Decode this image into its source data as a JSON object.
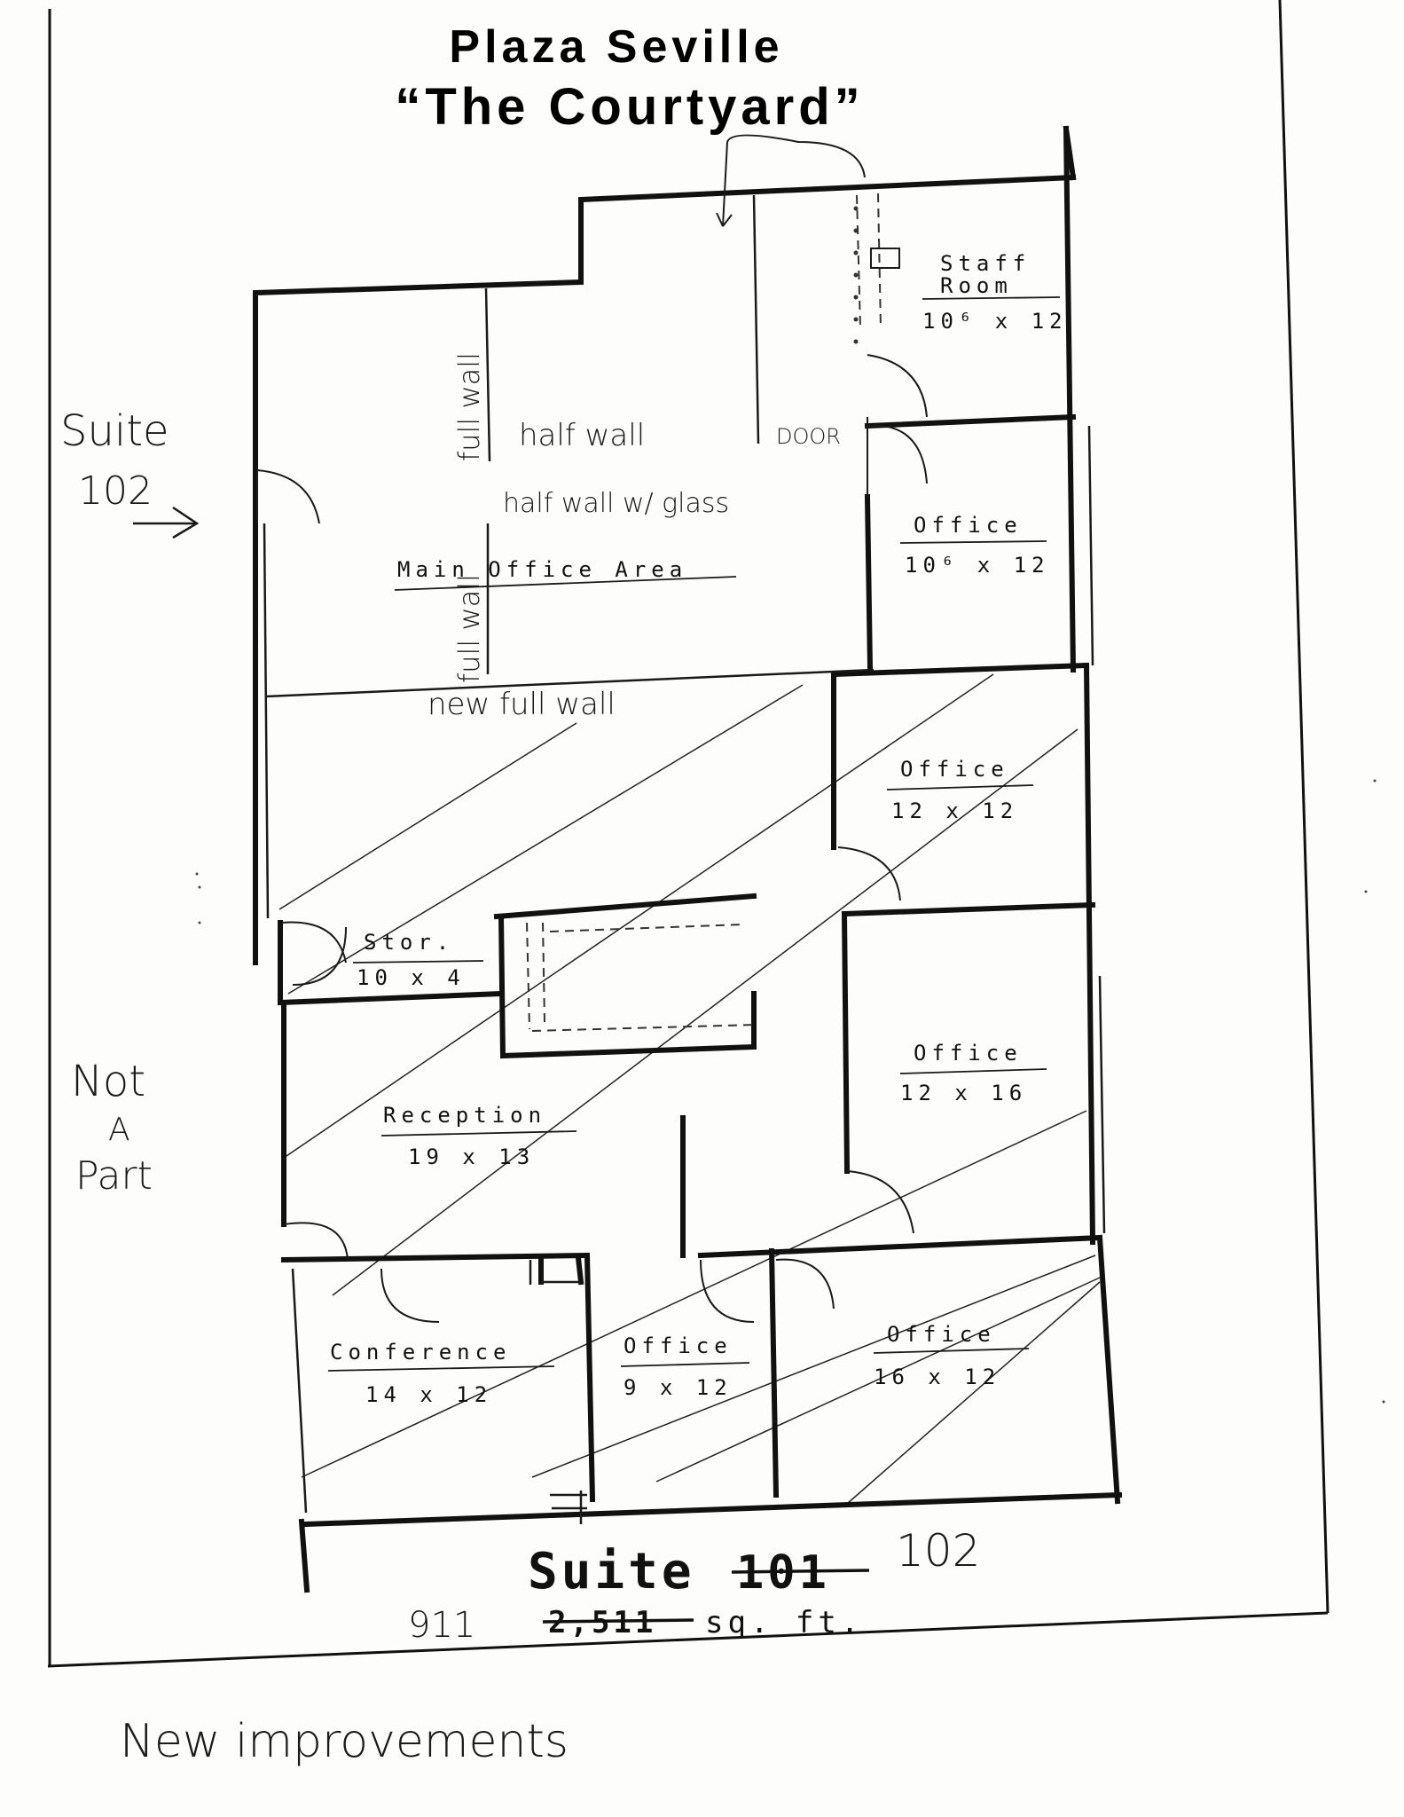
{
  "title": {
    "line1": "Plaza Seville",
    "line2": "“The Courtyard”"
  },
  "rooms": {
    "staff_room": {
      "name_1": "Staff",
      "name_2": "Room",
      "size": "10⁶ x 12"
    },
    "office_top": {
      "name": "Office",
      "size": "10⁶ x 12"
    },
    "main_office": {
      "name": "Main Office Area"
    },
    "office_12x12": {
      "name": "Office",
      "size": "12 x 12"
    },
    "storage": {
      "name": "Stor.",
      "size": "10 x 4"
    },
    "office_12x16": {
      "name": "Office",
      "size": "12 x 16"
    },
    "reception": {
      "name": "Reception",
      "size": "19 x 13"
    },
    "conference": {
      "name": "Conference",
      "size": "14 x 12"
    },
    "office_9x12": {
      "name": "Office",
      "size": "9 x 12"
    },
    "office_16x12": {
      "name": "Office",
      "size": "16 x 12"
    }
  },
  "notes": {
    "full_wall_1": "full wall",
    "half_wall": "half wall",
    "door": "DOOR",
    "half_wall_glass": "half wall w/ glass",
    "full_wall_2": "full wall",
    "new_full_wall": "new full wall",
    "suite_102_side_1": "Suite",
    "suite_102_side_2": "102",
    "not_a_part_1": "Not",
    "not_a_part_2": "A",
    "not_a_part_3": "Part",
    "suite_label": "Suite",
    "suite_old_number": "101",
    "suite_new_number": "102",
    "area_new": "911",
    "area_old": "2,511",
    "area_unit": "sq. ft.",
    "new_improvements": "New improvements"
  }
}
